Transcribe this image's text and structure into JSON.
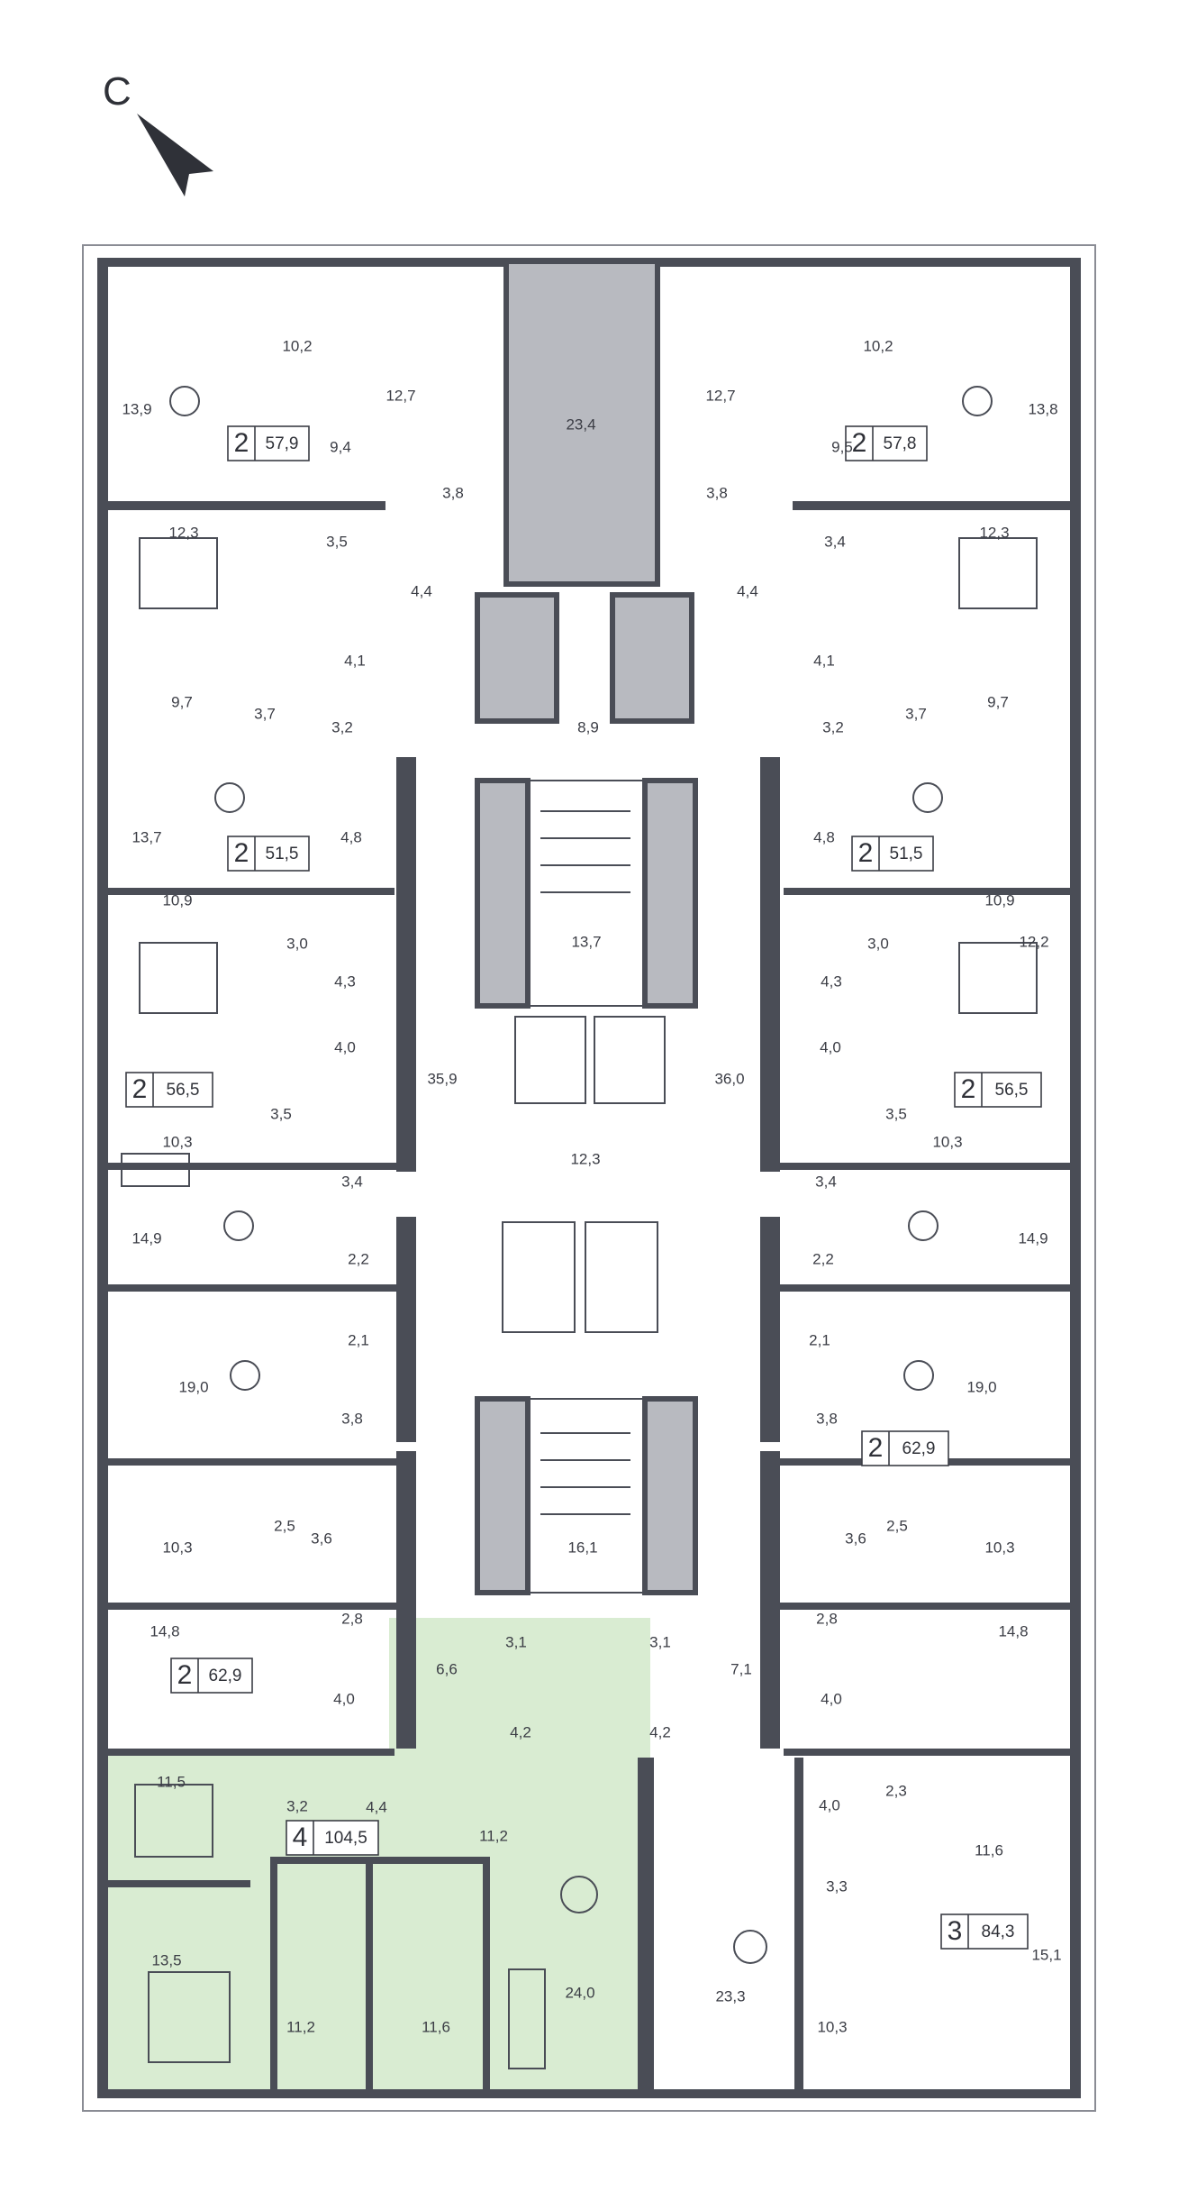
{
  "compass": {
    "letter": "С"
  },
  "colors": {
    "highlight": "#d9ecd2",
    "wall": "#4a4d56",
    "core": "#b8bac0"
  },
  "icons": [
    "north-arrow-icon",
    "table-chairs-icon",
    "bed-icon",
    "sofa-icon",
    "toilet-icon",
    "bathtub-icon",
    "stove-icon",
    "elevator-icon",
    "stairs-icon"
  ],
  "apartments": [
    {
      "id": "apt-a",
      "rooms": "2",
      "area": "57,9",
      "highlighted": false
    },
    {
      "id": "apt-b",
      "rooms": "2",
      "area": "57,8",
      "highlighted": false
    },
    {
      "id": "apt-c",
      "rooms": "2",
      "area": "51,5",
      "highlighted": false
    },
    {
      "id": "apt-d",
      "rooms": "2",
      "area": "51,5",
      "highlighted": false
    },
    {
      "id": "apt-e",
      "rooms": "2",
      "area": "56,5",
      "highlighted": false
    },
    {
      "id": "apt-f",
      "rooms": "2",
      "area": "56,5",
      "highlighted": false
    },
    {
      "id": "apt-g",
      "rooms": "2",
      "area": "62,9",
      "highlighted": false
    },
    {
      "id": "apt-h",
      "rooms": "2",
      "area": "62,9",
      "highlighted": false
    },
    {
      "id": "apt-i",
      "rooms": "4",
      "area": "104,5",
      "highlighted": true
    },
    {
      "id": "apt-j",
      "rooms": "3",
      "area": "84,3",
      "highlighted": false
    }
  ],
  "room_areas": [
    "10,2",
    "13,9",
    "12,7",
    "23,4",
    "12,7",
    "10,2",
    "13,8",
    "9,4",
    "9,5",
    "3,8",
    "3,8",
    "3,5",
    "3,4",
    "12,3",
    "12,3",
    "4,4",
    "4,4",
    "4,1",
    "4,1",
    "9,7",
    "9,7",
    "3,7",
    "3,7",
    "3,2",
    "8,9",
    "3,2",
    "4,8",
    "4,8",
    "13,7",
    "13,7",
    "12,2",
    "10,9",
    "10,9",
    "3,0",
    "3,0",
    "4,3",
    "4,3",
    "35,9",
    "36,0",
    "4,0",
    "4,0",
    "3,5",
    "3,5",
    "10,3",
    "10,3",
    "12,3",
    "3,4",
    "3,4",
    "14,9",
    "14,9",
    "2,2",
    "2,2",
    "2,1",
    "2,1",
    "19,0",
    "19,0",
    "3,8",
    "3,8",
    "10,3",
    "10,3",
    "2,5",
    "2,5",
    "3,6",
    "3,6",
    "16,1",
    "2,8",
    "2,8",
    "14,8",
    "14,8",
    "6,6",
    "3,1",
    "3,1",
    "7,1",
    "4,0",
    "4,0",
    "4,2",
    "4,2",
    "11,5",
    "3,2",
    "4,4",
    "11,2",
    "4,0",
    "2,3",
    "11,6",
    "3,3",
    "13,5",
    "11,2",
    "11,6",
    "24,0",
    "23,3",
    "10,3",
    "15,1"
  ]
}
